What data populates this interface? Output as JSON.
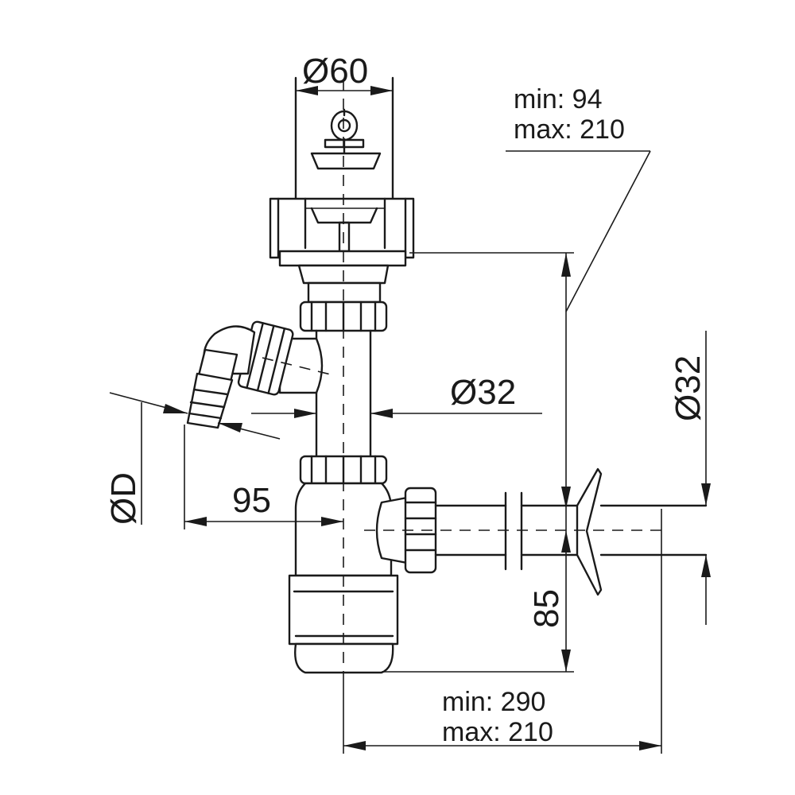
{
  "labels": {
    "d60": "Ø60",
    "height_min": "min: 94",
    "height_max": "max: 210",
    "d32_center": "Ø32",
    "d32_right": "Ø32",
    "dD": "ØD",
    "d95": "95",
    "d85": "85",
    "len_min": "min:  290",
    "len_max": "max: 210"
  },
  "colors": {
    "line": "#1a1a1a",
    "background": "#ffffff"
  }
}
